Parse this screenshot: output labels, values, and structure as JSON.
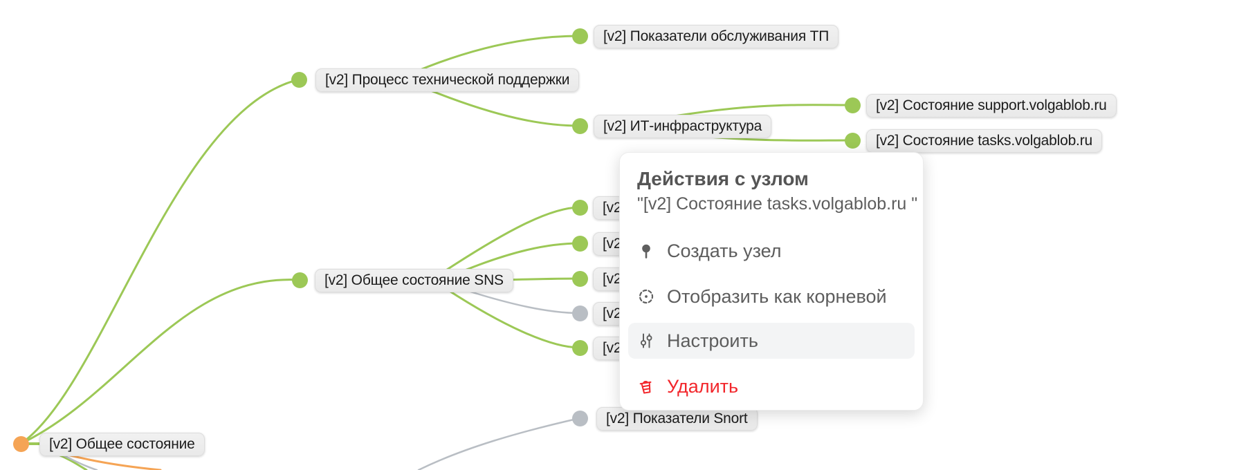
{
  "colors": {
    "node_green": "#9cc856",
    "node_gray": "#b9bec4",
    "node_orange": "#f5a455",
    "pill_background": "#ededed",
    "menu_text": "#5d5d5d",
    "delete_red": "#f2262b"
  },
  "mindmap": {
    "nodes": {
      "root": {
        "label": "[v2] Общее состояние",
        "status": "orange"
      },
      "process": {
        "label": "[v2] Процесс технической поддержки",
        "status": "green"
      },
      "tp_metrics": {
        "label": "[v2] Показатели обслуживания ТП",
        "status": "green"
      },
      "it_infra": {
        "label": "[v2] ИТ-инфраструктура",
        "status": "green"
      },
      "support_state": {
        "label": "[v2] Состояние support.volgablob.ru",
        "status": "green"
      },
      "tasks_state": {
        "label": "[v2] Состояние tasks.volgablob.ru",
        "status": "green"
      },
      "sns": {
        "label": "[v2] Общее состояние SNS",
        "status": "green"
      },
      "sns_child_1": {
        "label": "[v2]",
        "status": "green"
      },
      "sns_child_2": {
        "label": "[v2]",
        "status": "green"
      },
      "sns_child_3": {
        "label": "[v2]",
        "status": "green"
      },
      "sns_child_4": {
        "label": "[v2]",
        "status": "gray"
      },
      "sns_child_5": {
        "label": "[v2]",
        "status": "green"
      },
      "snort": {
        "label": "[v2] Показатели Snort",
        "status": "gray"
      }
    }
  },
  "context_menu": {
    "title": "Действия с узлом",
    "target_node": "\"[v2] Состояние tasks.volgablob.ru \"",
    "items": [
      {
        "label": "Создать узел",
        "icon": "pin-icon"
      },
      {
        "label": "Отобразить как корневой",
        "icon": "crosshair-icon"
      },
      {
        "label": "Настроить",
        "icon": "sliders-icon",
        "state": "hovered"
      },
      {
        "label": "Удалить",
        "icon": "trash-icon",
        "state": "danger"
      }
    ]
  }
}
